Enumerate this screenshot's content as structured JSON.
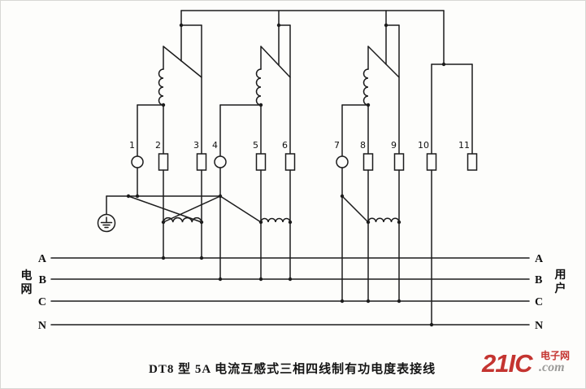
{
  "diagram": {
    "terminals": [
      "1",
      "2",
      "3",
      "4",
      "5",
      "6",
      "7",
      "8",
      "9",
      "10",
      "11"
    ],
    "bus_left": [
      "A",
      "B",
      "C",
      "N"
    ],
    "bus_right": [
      "A",
      "B",
      "C",
      "N"
    ],
    "left_side_label": "电网",
    "right_side_label": "用户",
    "caption": "DT8 型 5A 电流互感式三相四线制有功电度表接线"
  },
  "watermark": {
    "brand": "21IC",
    "suffix": ".com",
    "tagline": "电子网"
  },
  "colors": {
    "wire": "#1c1c1c",
    "watermark_red": "#c43430",
    "watermark_gray": "#9b9b99"
  }
}
